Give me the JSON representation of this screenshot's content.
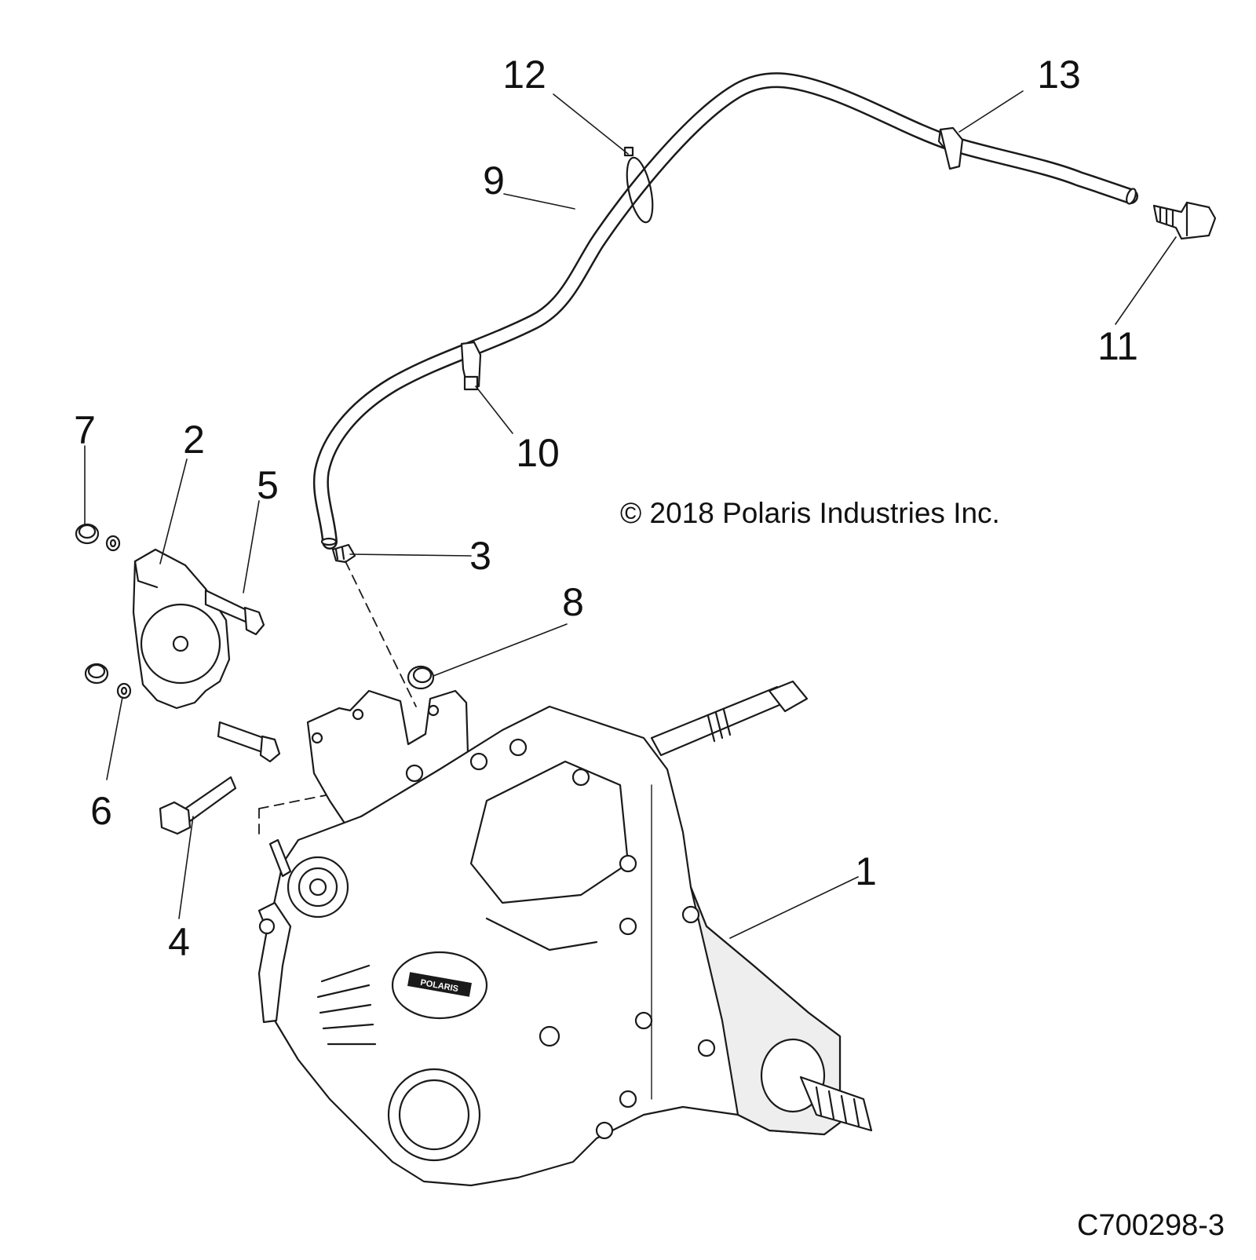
{
  "diagram": {
    "copyright": "© 2018 Polaris Industries Inc.",
    "drawing_id": "C700298-3",
    "housing_logo": "POLARIS",
    "callouts": [
      {
        "id": "1",
        "label": "1"
      },
      {
        "id": "2",
        "label": "2"
      },
      {
        "id": "3",
        "label": "3"
      },
      {
        "id": "4",
        "label": "4"
      },
      {
        "id": "5",
        "label": "5"
      },
      {
        "id": "6",
        "label": "6"
      },
      {
        "id": "7",
        "label": "7"
      },
      {
        "id": "8",
        "label": "8"
      },
      {
        "id": "9",
        "label": "9"
      },
      {
        "id": "10",
        "label": "10"
      },
      {
        "id": "11",
        "label": "11"
      },
      {
        "id": "12",
        "label": "12"
      },
      {
        "id": "13",
        "label": "13"
      }
    ],
    "colors": {
      "line": "#1a1a1a",
      "fill": "#ffffff",
      "shade": "#e8e8e8"
    }
  }
}
